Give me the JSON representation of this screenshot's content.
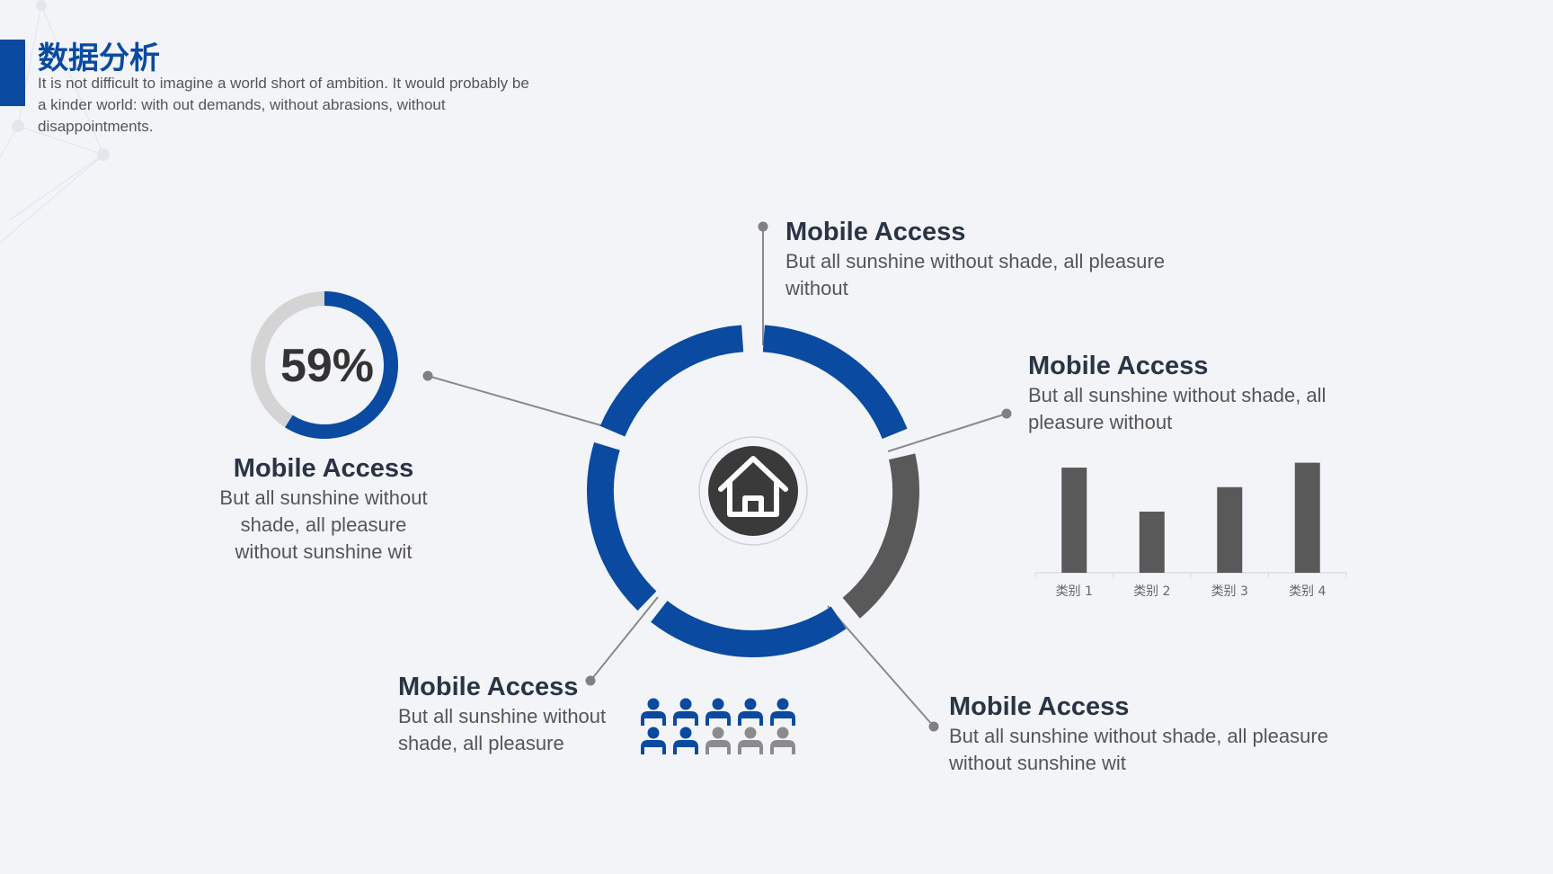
{
  "header": {
    "title": "数据分析",
    "description": "It is not difficult to imagine a world short of ambition. It would probably be a kinder world: with out demands, without abrasions, without disappointments."
  },
  "center_icon": "home-icon",
  "colors": {
    "blue": "#0a4aa0",
    "dark_gray": "#595959",
    "light_gray": "#d4d4d4",
    "icon_bg": "#3a3a3a"
  },
  "gauge": {
    "label": "59%",
    "value": 59
  },
  "blocks": {
    "top": {
      "title": "Mobile Access",
      "text": "But all sunshine without shade, all pleasure without"
    },
    "right": {
      "title": "Mobile Access",
      "text": "But all sunshine without shade, all pleasure without"
    },
    "left": {
      "title": "Mobile Access",
      "text": "But all sunshine without shade, all pleasure without sunshine wit"
    },
    "bottom_left": {
      "title": "Mobile Access",
      "text": "But all sunshine without shade, all pleasure"
    },
    "bottom_right": {
      "title": "Mobile Access",
      "text": "But all sunshine without shade, all pleasure without sunshine wit"
    }
  },
  "people": {
    "total": 10,
    "highlighted": 7,
    "icon": "person-icon"
  },
  "chart_data": {
    "type": "bar",
    "categories": [
      "类别 1",
      "类别 2",
      "类别 3",
      "类别 4"
    ],
    "values": [
      4.3,
      2.5,
      3.5,
      4.5
    ],
    "ylim": [
      0,
      5
    ],
    "grid": false
  }
}
